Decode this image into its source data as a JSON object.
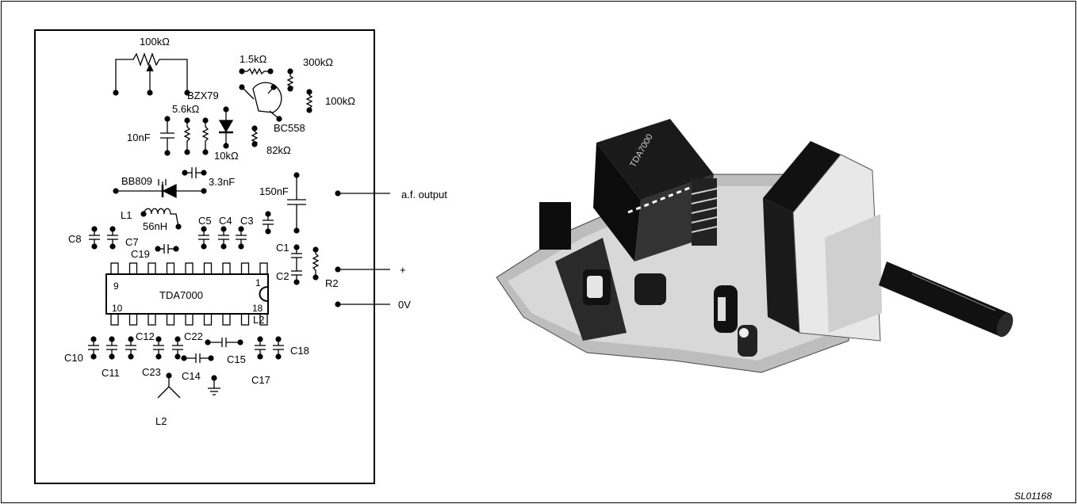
{
  "labels": {
    "r_pot": "100kΩ",
    "r_1k5": "1.5kΩ",
    "r_300k": "300kΩ",
    "r_100k": "100kΩ",
    "zener": "BZX79",
    "r_5k6": "5.6kΩ",
    "transistor": "BC558",
    "c_10n": "10nF",
    "r_10k": "10kΩ",
    "r_82k": "82kΩ",
    "varicap": "BB809",
    "c_3n3": "3.3nF",
    "c_150n": "150nF",
    "af_output": "a.f. output",
    "l1": "L1",
    "l1_value": "56nH",
    "c5": "C5",
    "c4": "C4",
    "c3": "C3",
    "c8": "C8",
    "c7": "C7",
    "c19": "C19",
    "c1": "C1",
    "c2": "C2",
    "r2": "R2",
    "plus": "+",
    "zero_v": "0V",
    "c12": "C12",
    "c22": "C22",
    "c10": "C10",
    "c11": "C11",
    "c15": "C15",
    "c18": "C18",
    "c23": "C23",
    "c14": "C14",
    "c17": "C17",
    "l2_bottom": "L2",
    "l2_ic": "L2"
  },
  "ic": {
    "name": "TDA7000",
    "pin_top_left": "9",
    "pin_bottom_left": "10",
    "pin_top_right": "1",
    "pin_bottom_right": "18"
  },
  "figure_id": "SL01168"
}
